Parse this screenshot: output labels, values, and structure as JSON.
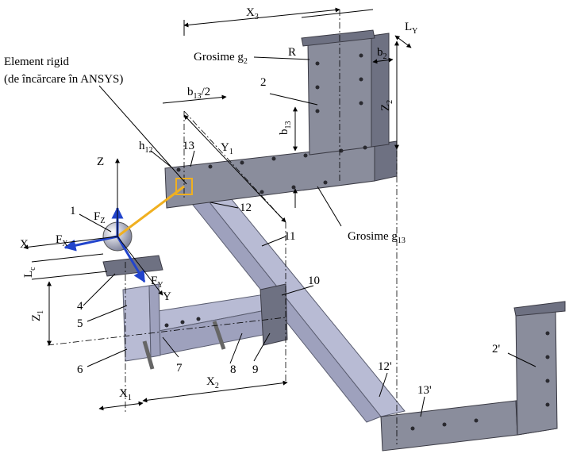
{
  "labels": {
    "element_rigid_1": "Element rigid",
    "element_rigid_2": "(de încărcare în ANSYS)",
    "grosime_g2": "Grosime g",
    "grosime_g2_sub": "2",
    "grosime_g13": "Grosime g",
    "grosime_g13_sub": "13",
    "X3": "X",
    "X3_sub": "3",
    "LY": "L",
    "LY_sub": "Y",
    "R": "R",
    "b2": "b",
    "b2_sub": "2",
    "Z2": "Z",
    "Z2_sub": "2",
    "b13_2": "b",
    "b13_2_sub": "13",
    "b13_2_tail": "/2",
    "b13": "b",
    "b13_sub": "13",
    "h12": "h",
    "h12_sub": "12",
    "Y1": "Y",
    "Y1_sub": "1",
    "Z": "Z",
    "FZ": "F",
    "FZ_sub": "Z",
    "X": "X",
    "FX": "F",
    "FX_sub": "X",
    "Lc": "L",
    "Lc_sub": "c",
    "FY": "F",
    "FY_sub": "Y",
    "Y": "Y",
    "Z1": "Z",
    "Z1_sub": "1",
    "X1": "X",
    "X1_sub": "1",
    "X2": "X",
    "X2_sub": "2",
    "n1": "1",
    "n2": "2",
    "n2p": "2'",
    "n4": "4",
    "n5": "5",
    "n6": "6",
    "n7": "7",
    "n8": "8",
    "n9": "9",
    "n10": "10",
    "n11": "11",
    "n12": "12",
    "n12p": "12'",
    "n13": "13",
    "n13p": "13'"
  },
  "colors": {
    "force_arrows": "#2244cc",
    "rigid_element": "#f0b020",
    "beam": "#b8bbd4",
    "plate": "#8a8d9c"
  }
}
